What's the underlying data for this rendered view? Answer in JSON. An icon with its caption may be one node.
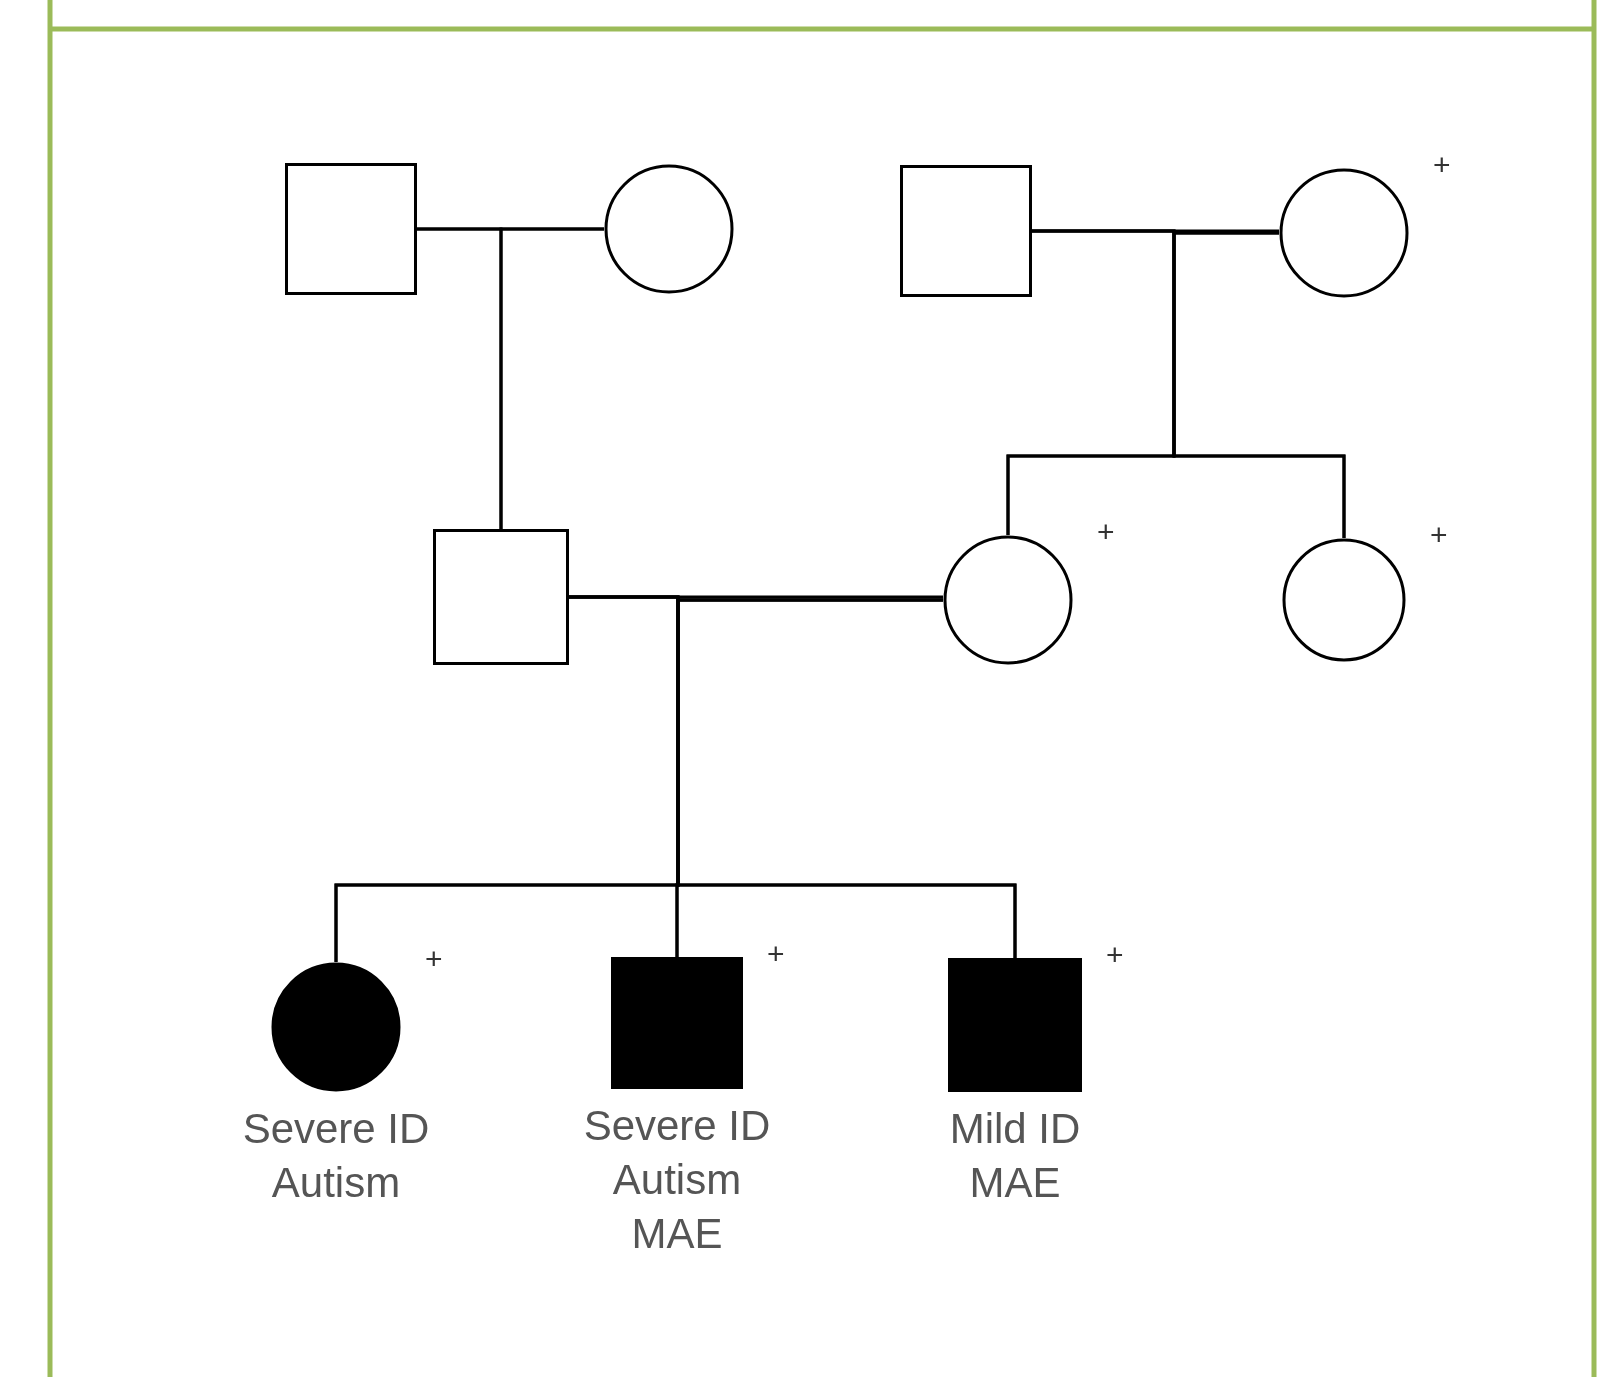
{
  "diagram": {
    "nodes": [
      {
        "text": [],
        "shape": "box"
      },
      {
        "text": [],
        "shape": "circle"
      },
      {
        "text": [],
        "shape": "box"
      },
      {
        "text": [],
        "shape": "circle",
        "beside": [
          "+"
        ]
      },
      {
        "text": [],
        "shape": "box"
      },
      {
        "text": [],
        "shape": "circle",
        "beside": [
          "+"
        ]
      },
      {
        "text": [],
        "shape": "circle",
        "beside": [
          "+"
        ]
      },
      {
        "text": [],
        "shape": "disc",
        "beside": [
          "+",
          "Severe ID",
          "Autism"
        ]
      },
      {
        "text": [],
        "shape": "block",
        "beside": [
          "+",
          "Severe ID",
          "Autism",
          "MAE"
        ]
      },
      {
        "text": [],
        "shape": "block",
        "beside": [
          "+",
          "Mild ID",
          "MAE"
        ]
      }
    ],
    "edges": [
      {
        "from": 0,
        "to": 1,
        "arrow": "none"
      },
      {
        "from": 2,
        "to": 3,
        "arrow": "none"
      },
      {
        "from": 4,
        "to": 5,
        "arrow": "none"
      },
      {
        "from": 0,
        "to": 4,
        "arrow": "none"
      },
      {
        "from": 1,
        "to": 4,
        "arrow": "none"
      },
      {
        "from": 2,
        "to": 5,
        "arrow": "none"
      },
      {
        "from": 3,
        "to": 5,
        "arrow": "none"
      },
      {
        "from": 2,
        "to": 6,
        "arrow": "none"
      },
      {
        "from": 3,
        "to": 6,
        "arrow": "none"
      },
      {
        "from": 4,
        "to": 7,
        "arrow": "none"
      },
      {
        "from": 5,
        "to": 7,
        "arrow": "none"
      },
      {
        "from": 4,
        "to": 8,
        "arrow": "none"
      },
      {
        "from": 5,
        "to": 8,
        "arrow": "none"
      },
      {
        "from": 4,
        "to": 9,
        "arrow": "none"
      },
      {
        "from": 5,
        "to": 9,
        "arrow": "none"
      }
    ]
  }
}
